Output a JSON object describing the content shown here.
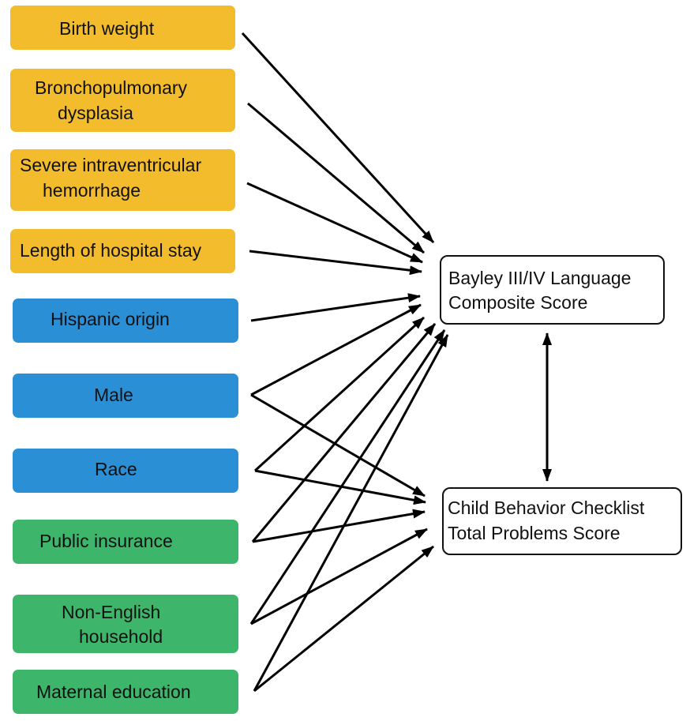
{
  "colors": {
    "clinical": "#F2BC2D",
    "demographic": "#2B8FD6",
    "social": "#3DB56B",
    "arrow": "#000000"
  },
  "predictors": [
    {
      "id": "birth_weight",
      "lines": [
        "Birth weight"
      ],
      "group": "clinical"
    },
    {
      "id": "bpd",
      "lines": [
        "Bronchopulmonary",
        "dysplasia"
      ],
      "group": "clinical"
    },
    {
      "id": "ivh",
      "lines": [
        "Severe intraventricular",
        "hemorrhage"
      ],
      "group": "clinical"
    },
    {
      "id": "los",
      "lines": [
        "Length of hospital stay"
      ],
      "group": "clinical"
    },
    {
      "id": "hispanic",
      "lines": [
        "Hispanic origin"
      ],
      "group": "demographic"
    },
    {
      "id": "male",
      "lines": [
        "Male"
      ],
      "group": "demographic"
    },
    {
      "id": "race",
      "lines": [
        "Race"
      ],
      "group": "demographic"
    },
    {
      "id": "public_ins",
      "lines": [
        "Public insurance"
      ],
      "group": "social"
    },
    {
      "id": "non_english",
      "lines": [
        "Non-English",
        "household"
      ],
      "group": "social"
    },
    {
      "id": "mat_ed",
      "lines": [
        "Maternal education"
      ],
      "group": "social"
    }
  ],
  "outcomes": [
    {
      "id": "bayley",
      "lines": [
        "Bayley III/IV Language",
        "Composite Score"
      ]
    },
    {
      "id": "cbcl",
      "lines": [
        "Child Behavior Checklist",
        "Total Problems Score"
      ]
    }
  ],
  "edges": [
    {
      "from": "birth_weight",
      "to": "bayley"
    },
    {
      "from": "bpd",
      "to": "bayley"
    },
    {
      "from": "ivh",
      "to": "bayley"
    },
    {
      "from": "los",
      "to": "bayley"
    },
    {
      "from": "hispanic",
      "to": "bayley"
    },
    {
      "from": "male",
      "to": "bayley"
    },
    {
      "from": "male",
      "to": "cbcl"
    },
    {
      "from": "race",
      "to": "bayley"
    },
    {
      "from": "race",
      "to": "cbcl"
    },
    {
      "from": "public_ins",
      "to": "bayley"
    },
    {
      "from": "public_ins",
      "to": "cbcl"
    },
    {
      "from": "non_english",
      "to": "bayley"
    },
    {
      "from": "non_english",
      "to": "cbcl"
    },
    {
      "from": "mat_ed",
      "to": "bayley"
    },
    {
      "from": "mat_ed",
      "to": "cbcl"
    },
    {
      "from": "bayley",
      "to": "cbcl",
      "bidirectional": true
    }
  ]
}
